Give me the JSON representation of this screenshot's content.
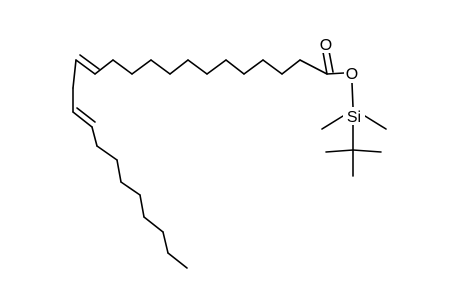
{
  "molecule": {
    "atoms": [
      {
        "id": "O_carbonyl",
        "label": "O"
      },
      {
        "id": "O_ester",
        "label": "O"
      },
      {
        "id": "Si",
        "label": "Si"
      }
    ]
  },
  "colors": {
    "bond": "#000000",
    "background": "#ffffff"
  }
}
